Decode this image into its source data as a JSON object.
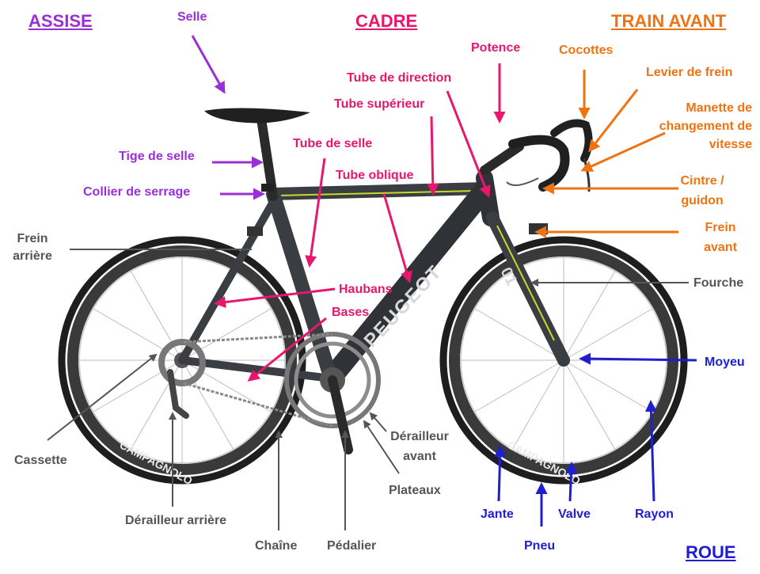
{
  "sections": {
    "assise": "ASSISE",
    "cadre": "CADRE",
    "train_avant": "TRAIN AVANT",
    "roue": "ROUE"
  },
  "labels": {
    "selle": "Selle",
    "tige_de_selle": "Tige de selle",
    "collier_de_serrage": "Collier de serrage",
    "potence": "Potence",
    "tube_de_direction": "Tube de direction",
    "tube_superieur": "Tube supérieur",
    "tube_de_selle": "Tube de selle",
    "tube_oblique": "Tube oblique",
    "haubans": "Haubans",
    "bases": "Bases",
    "cocottes": "Cocottes",
    "levier_de_frein": "Levier de frein",
    "manette_1": "Manette de",
    "manette_2": "changement de",
    "manette_3": "vitesse",
    "cintre_1": "Cintre /",
    "cintre_2": "guidon",
    "frein_avant_1": "Frein",
    "frein_avant_2": "avant",
    "frein_arriere_1": "Frein",
    "frein_arriere_2": "arrière",
    "fourche": "Fourche",
    "cassette": "Cassette",
    "derailleur_arriere": "Dérailleur arrière",
    "chaine": "Chaîne",
    "pedalier": "Pédalier",
    "derailleur_avant_1": "Dérailleur",
    "derailleur_avant_2": "avant",
    "plateaux": "Plateaux",
    "moyeu": "Moyeu",
    "jante": "Jante",
    "pneu": "Pneu",
    "valve": "Valve",
    "rayon": "Rayon"
  },
  "frame_text": {
    "brand": "PEUGEOT",
    "model": "01",
    "rear_rim": "CAMPAGNOLO",
    "front_rim": "CAMPAGNOLO"
  },
  "colors": {
    "assise": "#9b2fd6",
    "cadre": "#e8176e",
    "train_avant": "#f07312",
    "roue": "#1f1fcf",
    "other": "#555555",
    "frame": "#3a3d42",
    "accent": "#c8d82a"
  }
}
